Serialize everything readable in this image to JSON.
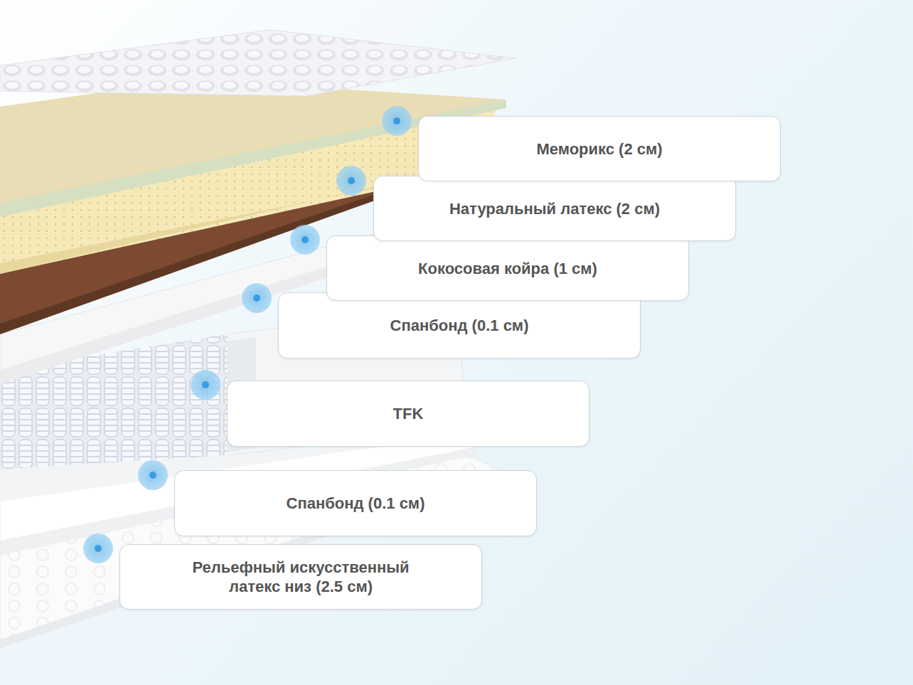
{
  "diagram": {
    "nodes": [
      {
        "text": [
          "Меморикс (2 см)"
        ]
      },
      {
        "text": [
          "Натуральный латекс (2 см)"
        ]
      },
      {
        "text": [
          "Кокосовая койра (1 см)"
        ]
      },
      {
        "text": [
          "Спанбонд (0.1 см)"
        ]
      },
      {
        "text": [
          "TFK"
        ]
      },
      {
        "text": [
          "Спанбонд (0.1 см)"
        ]
      },
      {
        "text": [
          "Рельефный искусственный латекс низ (2.5 см)"
        ]
      }
    ]
  }
}
